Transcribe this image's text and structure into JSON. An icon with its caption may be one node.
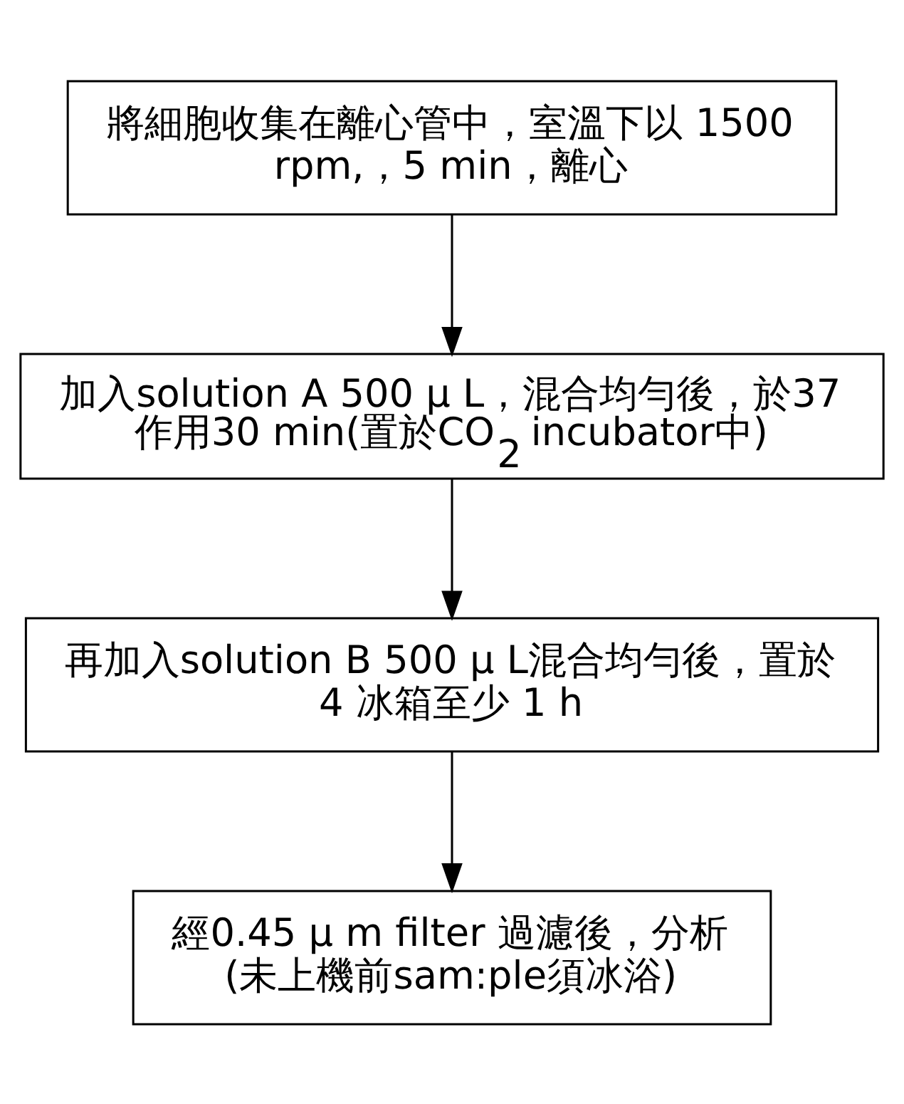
{
  "diagram": {
    "nodes": [
      {
        "text": [
          "將細胞收集在離心管中，室溫下以 1500 rpm,，5 min，離心"
        ]
      },
      {
        "text": [
          "加入solution A 500 μ L，混合均勻後，於37 作用30 min(置於CO$_{2}$ incubator中)"
        ]
      },
      {
        "text": [
          "再加入solution B 500 μ L混合均勻後，置於 4 冰箱至少 1 h"
        ]
      },
      {
        "text": [
          "經0.45 μ m filter 過濾後，分析 (未上機前sam:ple須冰浴)"
        ]
      }
    ],
    "edges": [
      {
        "from": 0,
        "to": 1,
        "arrow": "to"
      },
      {
        "from": 1,
        "to": 2,
        "arrow": "to"
      },
      {
        "from": 2,
        "to": 3,
        "arrow": "to"
      }
    ]
  }
}
